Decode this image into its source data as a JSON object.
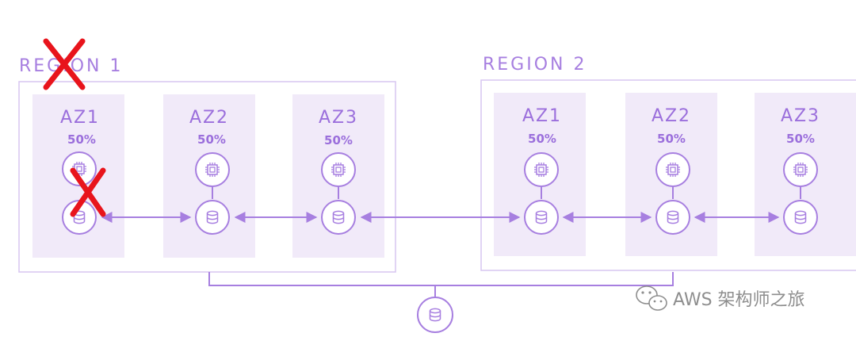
{
  "colors": {
    "accent": "#a77fe0",
    "az_fill": "#f1eaf9",
    "region_border": "#d7c5f1",
    "failure_mark": "#e8141c",
    "watermark": "#8e8e8e"
  },
  "regions": [
    {
      "label": "REGION 1",
      "failed": true,
      "azs": [
        {
          "label": "AZ1",
          "percent": "50%",
          "icons": [
            "cpu-icon",
            "database-icon"
          ],
          "failed": true
        },
        {
          "label": "AZ2",
          "percent": "50%",
          "icons": [
            "cpu-icon",
            "database-icon"
          ],
          "failed": false
        },
        {
          "label": "AZ3",
          "percent": "50%",
          "icons": [
            "cpu-icon",
            "database-icon"
          ],
          "failed": false
        }
      ]
    },
    {
      "label": "REGION 2",
      "failed": false,
      "azs": [
        {
          "label": "AZ1",
          "percent": "50%",
          "icons": [
            "cpu-icon",
            "database-icon"
          ],
          "failed": false
        },
        {
          "label": "AZ2",
          "percent": "50%",
          "icons": [
            "cpu-icon",
            "database-icon"
          ],
          "failed": false
        },
        {
          "label": "AZ3",
          "percent": "50%",
          "icons": [
            "cpu-icon",
            "database-icon"
          ],
          "failed": false
        }
      ]
    }
  ],
  "shared_database": {
    "icon": "database-icon"
  },
  "watermark": {
    "icon": "wechat-icon",
    "text": "AWS 架构师之旅"
  }
}
